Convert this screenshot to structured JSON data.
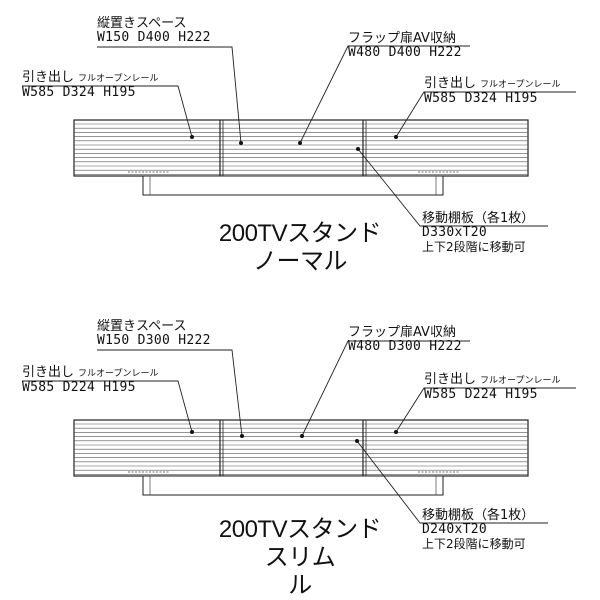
{
  "diagrams": [
    {
      "id": "normal",
      "title_lines": [
        "200TVスタンド",
        "ノーマル"
      ],
      "labels": {
        "vertical_space": {
          "name": "縦置きスペース",
          "dims": "W150 D400 H222"
        },
        "flap_door": {
          "name": "フラップ扉AV収納",
          "dims": "W480 D400 H222"
        },
        "drawer_left": {
          "name": "引き出し",
          "sub": "フルオープンレール",
          "dims": "W585 D324 H195"
        },
        "drawer_right": {
          "name": "引き出し",
          "sub": "フルオープンレール",
          "dims": "W585 D324 H195"
        },
        "shelf": {
          "name": "移動棚板（各1枚）",
          "dims": "D330xT20",
          "note": "上下2段階に移動可"
        }
      }
    },
    {
      "id": "slim",
      "title_lines": [
        "200TVスタンド",
        "スリム",
        "ル"
      ],
      "labels": {
        "vertical_space": {
          "name": "縦置きスペース",
          "dims": "W150 D300 H222"
        },
        "flap_door": {
          "name": "フラップ扉AV収納",
          "dims": "W480 D300 H222"
        },
        "drawer_left": {
          "name": "引き出し",
          "sub": "フルオープンレール",
          "dims": "W585 D224 H195"
        },
        "drawer_right": {
          "name": "引き出し",
          "sub": "フルオープンレール",
          "dims": "W585 D224 H195"
        },
        "shelf": {
          "name": "移動棚板（各1枚）",
          "dims": "D240xT20",
          "note": "上下2段階に移動可"
        }
      }
    }
  ]
}
